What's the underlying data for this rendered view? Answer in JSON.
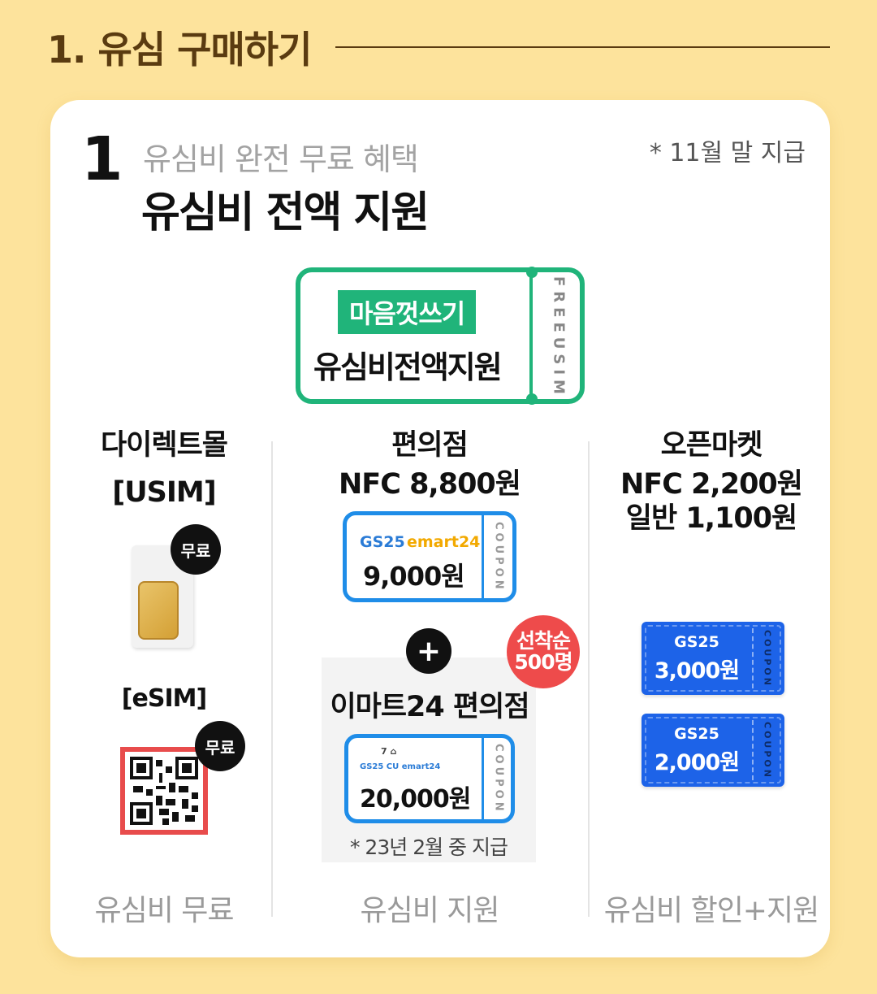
{
  "section": {
    "title": "1. 유심 구매하기"
  },
  "step": {
    "number": "1",
    "subtitle": "유심비 완전 무료 혜택",
    "title": "유심비 전액 지원",
    "note": "* 11월 말 지급"
  },
  "main_ticket": {
    "badge": "마음껏쓰기",
    "label": "유심비전액지원",
    "side": "FREEUSIM"
  },
  "columns": {
    "direct": {
      "heading": "다이렉트몰",
      "usim_label": "[USIM]",
      "usim_badge": "무료",
      "esim_label": "[eSIM]",
      "esim_badge": "무료",
      "footer": "유심비 무료"
    },
    "convenience": {
      "heading": "편의점",
      "price": "NFC 8,800원",
      "coupon1": {
        "brand_gs": "GS25",
        "brand_emart": "emart24",
        "amount": "9,000원",
        "side": "COUPON"
      },
      "plus": "+",
      "badge_line1": "선착순",
      "badge_line2": "500명",
      "emart_title": "이마트24 편의점",
      "coupon2": {
        "brands_row1": "7 ⌂",
        "brands_row2": "GS25 CU emart24",
        "amount": "20,000원",
        "side": "COUPON"
      },
      "coupon2_note": "* 23년 2월 중 지급",
      "footer": "유심비 지원"
    },
    "openmarket": {
      "heading": "오픈마켓",
      "price_nfc": "NFC 2,200원",
      "price_general": "일반 1,100원",
      "ticket1": {
        "brand": "GS25",
        "amount": "3,000원",
        "side": "COUPON"
      },
      "ticket2": {
        "brand": "GS25",
        "amount": "2,000원",
        "side": "COUPON"
      },
      "footer": "유심비 할인+지원"
    }
  },
  "colors": {
    "background": "#fde39c",
    "accent_green": "#20b47a",
    "coupon_blue": "#1f8de8",
    "ticket_blue": "#1d63e8",
    "badge_red": "#ee4b4b",
    "header_brown": "#5a3b10"
  }
}
